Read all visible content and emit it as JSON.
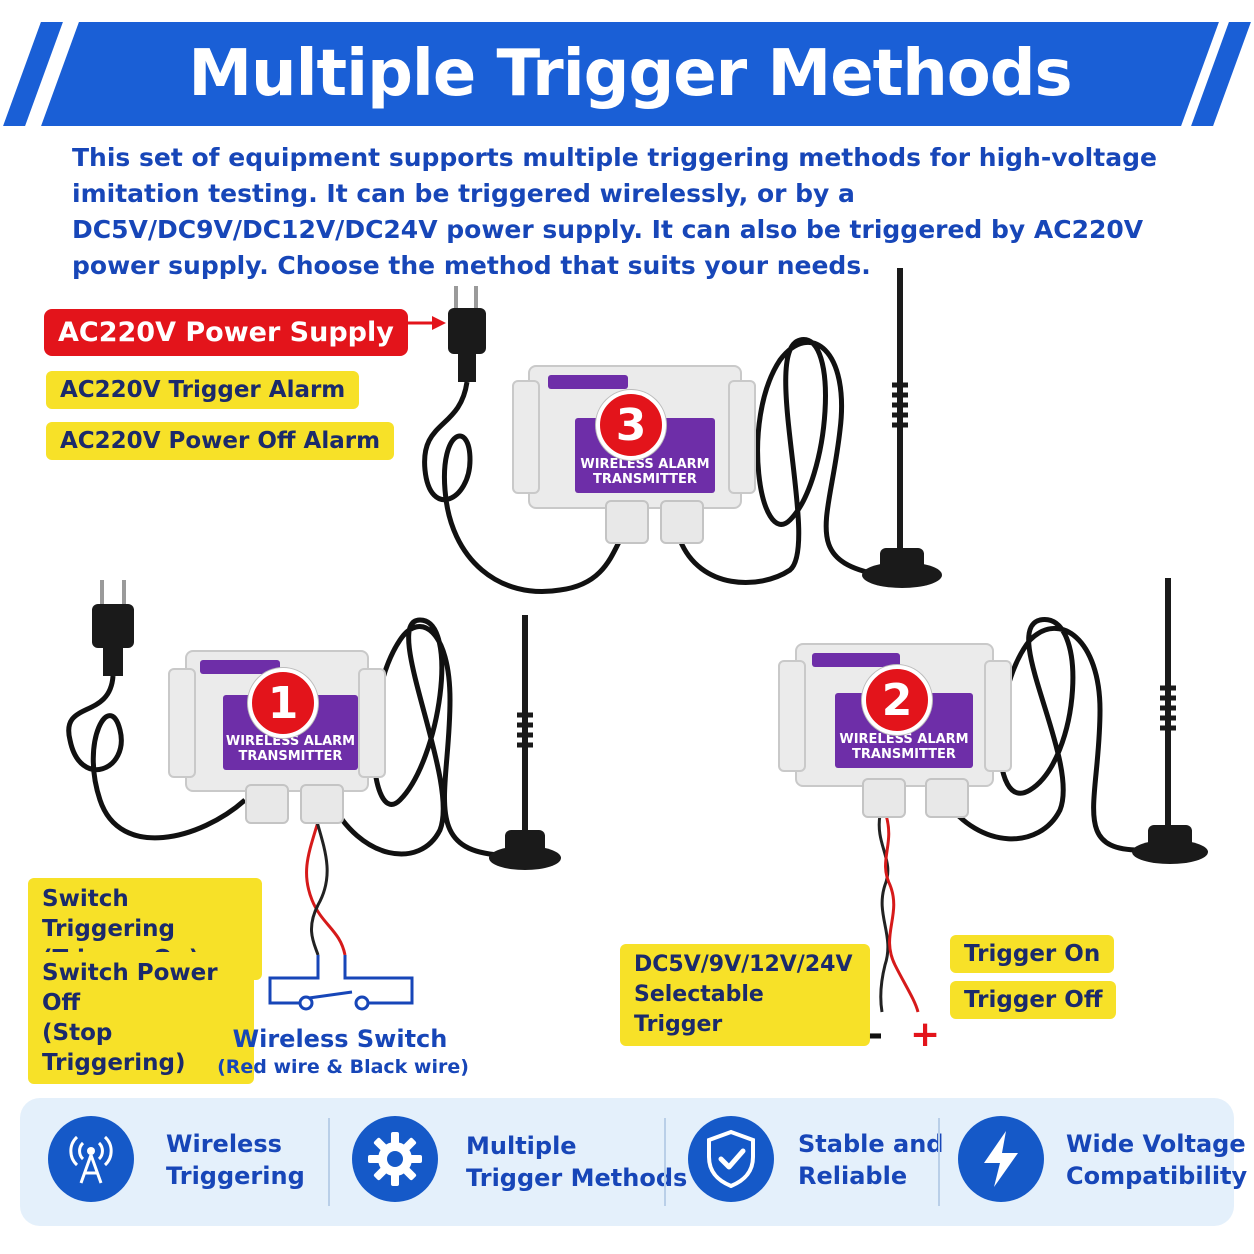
{
  "header": {
    "title": "Multiple Trigger Methods"
  },
  "intro": "This set of equipment supports multiple triggering methods for high-voltage imitation testing. It can be triggered wirelessly, or by a DC5V/DC9V/DC12V/DC24V power supply. It can also be triggered by AC220V power supply. Choose the method that suits your needs.",
  "method3": {
    "badge": "3",
    "power_label": "AC220V Power Supply",
    "trigger_alarm": "AC220V Trigger Alarm",
    "power_off_alarm": "AC220V Power Off Alarm",
    "device_line1": "WIRELESS ALARM",
    "device_line2": "TRANSMITTER"
  },
  "method1": {
    "badge": "1",
    "device_line1": "WIRELESS ALARM",
    "device_line2": "TRANSMITTER",
    "switch_trigger_line1": "Switch Triggering",
    "switch_trigger_line2": "(Trigger On)",
    "switch_off_line1": "Switch Power Off",
    "switch_off_line2": "(Stop Triggering)",
    "wireless_switch_title": "Wireless Switch",
    "wireless_switch_sub": "(Red wire & Black wire)"
  },
  "method2": {
    "badge": "2",
    "device_line1": "WIRELESS ALARM",
    "device_line2": "TRANSMITTER",
    "dc_line1": "DC5V/9V/12V/24V",
    "dc_line2": "Selectable Trigger",
    "trigger_on": "Trigger On",
    "trigger_off": "Trigger Off",
    "minus": "-",
    "plus": "+"
  },
  "features": [
    {
      "icon": "antenna-icon",
      "line1": "Wireless",
      "line2": "Triggering"
    },
    {
      "icon": "gear-icon",
      "line1": "Multiple",
      "line2": "Trigger Methods"
    },
    {
      "icon": "shield-check-icon",
      "line1": "Stable and",
      "line2": "Reliable"
    },
    {
      "icon": "lightning-icon",
      "line1": "Wide Voltage",
      "line2": "Compatibility"
    }
  ],
  "colors": {
    "brand_blue": "#1a5fd6",
    "text_blue": "#1746b8",
    "alert_red": "#e3141b",
    "highlight_yellow": "#f7e128",
    "device_purple": "#6e2ea8"
  }
}
